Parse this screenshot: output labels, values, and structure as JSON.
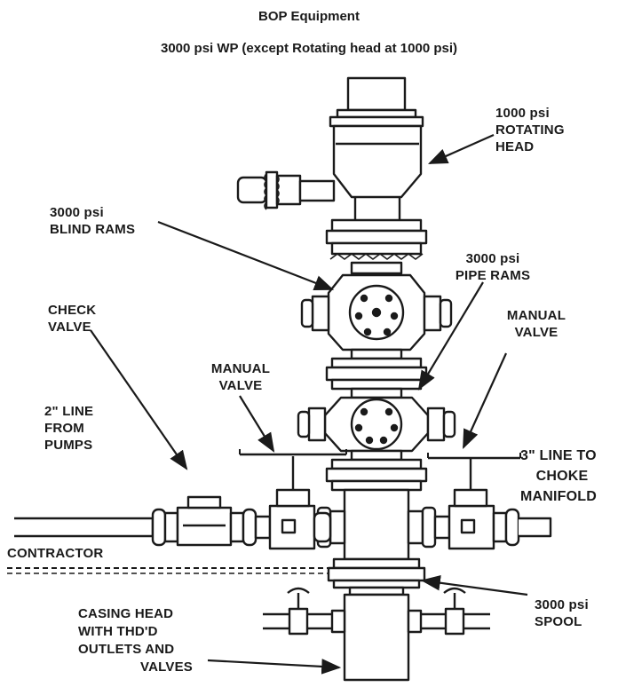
{
  "title": "BOP Equipment",
  "subtitle": "3000 psi WP (except Rotating head at 1000 psi)",
  "labels": {
    "rotating_head": [
      "1000 psi",
      "ROTATING",
      "HEAD"
    ],
    "blind_rams": [
      "3000 psi",
      "BLIND RAMS"
    ],
    "pipe_rams": [
      "3000 psi",
      "PIPE RAMS"
    ],
    "check_valve": [
      "CHECK",
      "VALVE"
    ],
    "manual_valve_left": [
      "MANUAL",
      "VALVE"
    ],
    "manual_valve_right": [
      "MANUAL",
      "VALVE"
    ],
    "line_from_pumps": [
      "2\" LINE",
      "FROM",
      "PUMPS"
    ],
    "line_to_choke": [
      "3\" LINE TO",
      "CHOKE",
      "MANIFOLD"
    ],
    "contractor": "CONTRACTOR",
    "spool": [
      "3000 psi",
      "SPOOL"
    ],
    "casing_head": [
      "CASING HEAD",
      "WITH THD'D",
      "OUTLETS AND",
      "VALVES"
    ]
  },
  "colors": {
    "ink": "#1a1a1a",
    "paper": "#ffffff"
  }
}
